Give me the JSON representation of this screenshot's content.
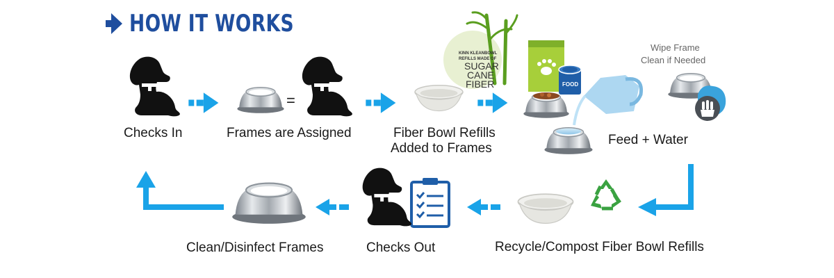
{
  "title": "HOW IT WORKS",
  "steps": {
    "checks_in": "Checks In",
    "frames_assigned": "Frames are Assigned",
    "equals_sign": "=",
    "fiber_refills_line1": "Fiber Bowl Refills",
    "fiber_refills_line2": "Added to Frames",
    "feed_water": "Feed + Water",
    "wipe_line1": "Wipe Frame",
    "wipe_line2": "Clean if Needed",
    "recycle": "Recycle/Compost Fiber Bowl Refills",
    "checks_out": "Checks Out",
    "clean_frames": "Clean/Disinfect Frames"
  },
  "sugarcane_badge": {
    "line1": "KINN KLEANBOWL",
    "line2": "REFILLS MADE OF",
    "line3": "SUGAR",
    "line4": "CANE",
    "line5": "FIBER"
  },
  "food_can_label": "FOOD",
  "colors": {
    "title": "#1f4e9e",
    "arrow": "#1aa3e8",
    "text": "#1a1a1a",
    "dog": "#111111",
    "recycle": "#3aa241",
    "badge_bg": "#e8f0d2",
    "bag": "#a7cf3a",
    "clipboard": "#1f5ea8"
  },
  "icons": [
    "play-arrow-icon",
    "dog-icon",
    "bowl-icon",
    "fiber-bowl-icon",
    "sugar-cane-icon",
    "food-bag-icon",
    "food-can-icon",
    "water-pitcher-icon",
    "wipe-hand-icon",
    "recycle-icon",
    "clipboard-checklist-icon"
  ]
}
